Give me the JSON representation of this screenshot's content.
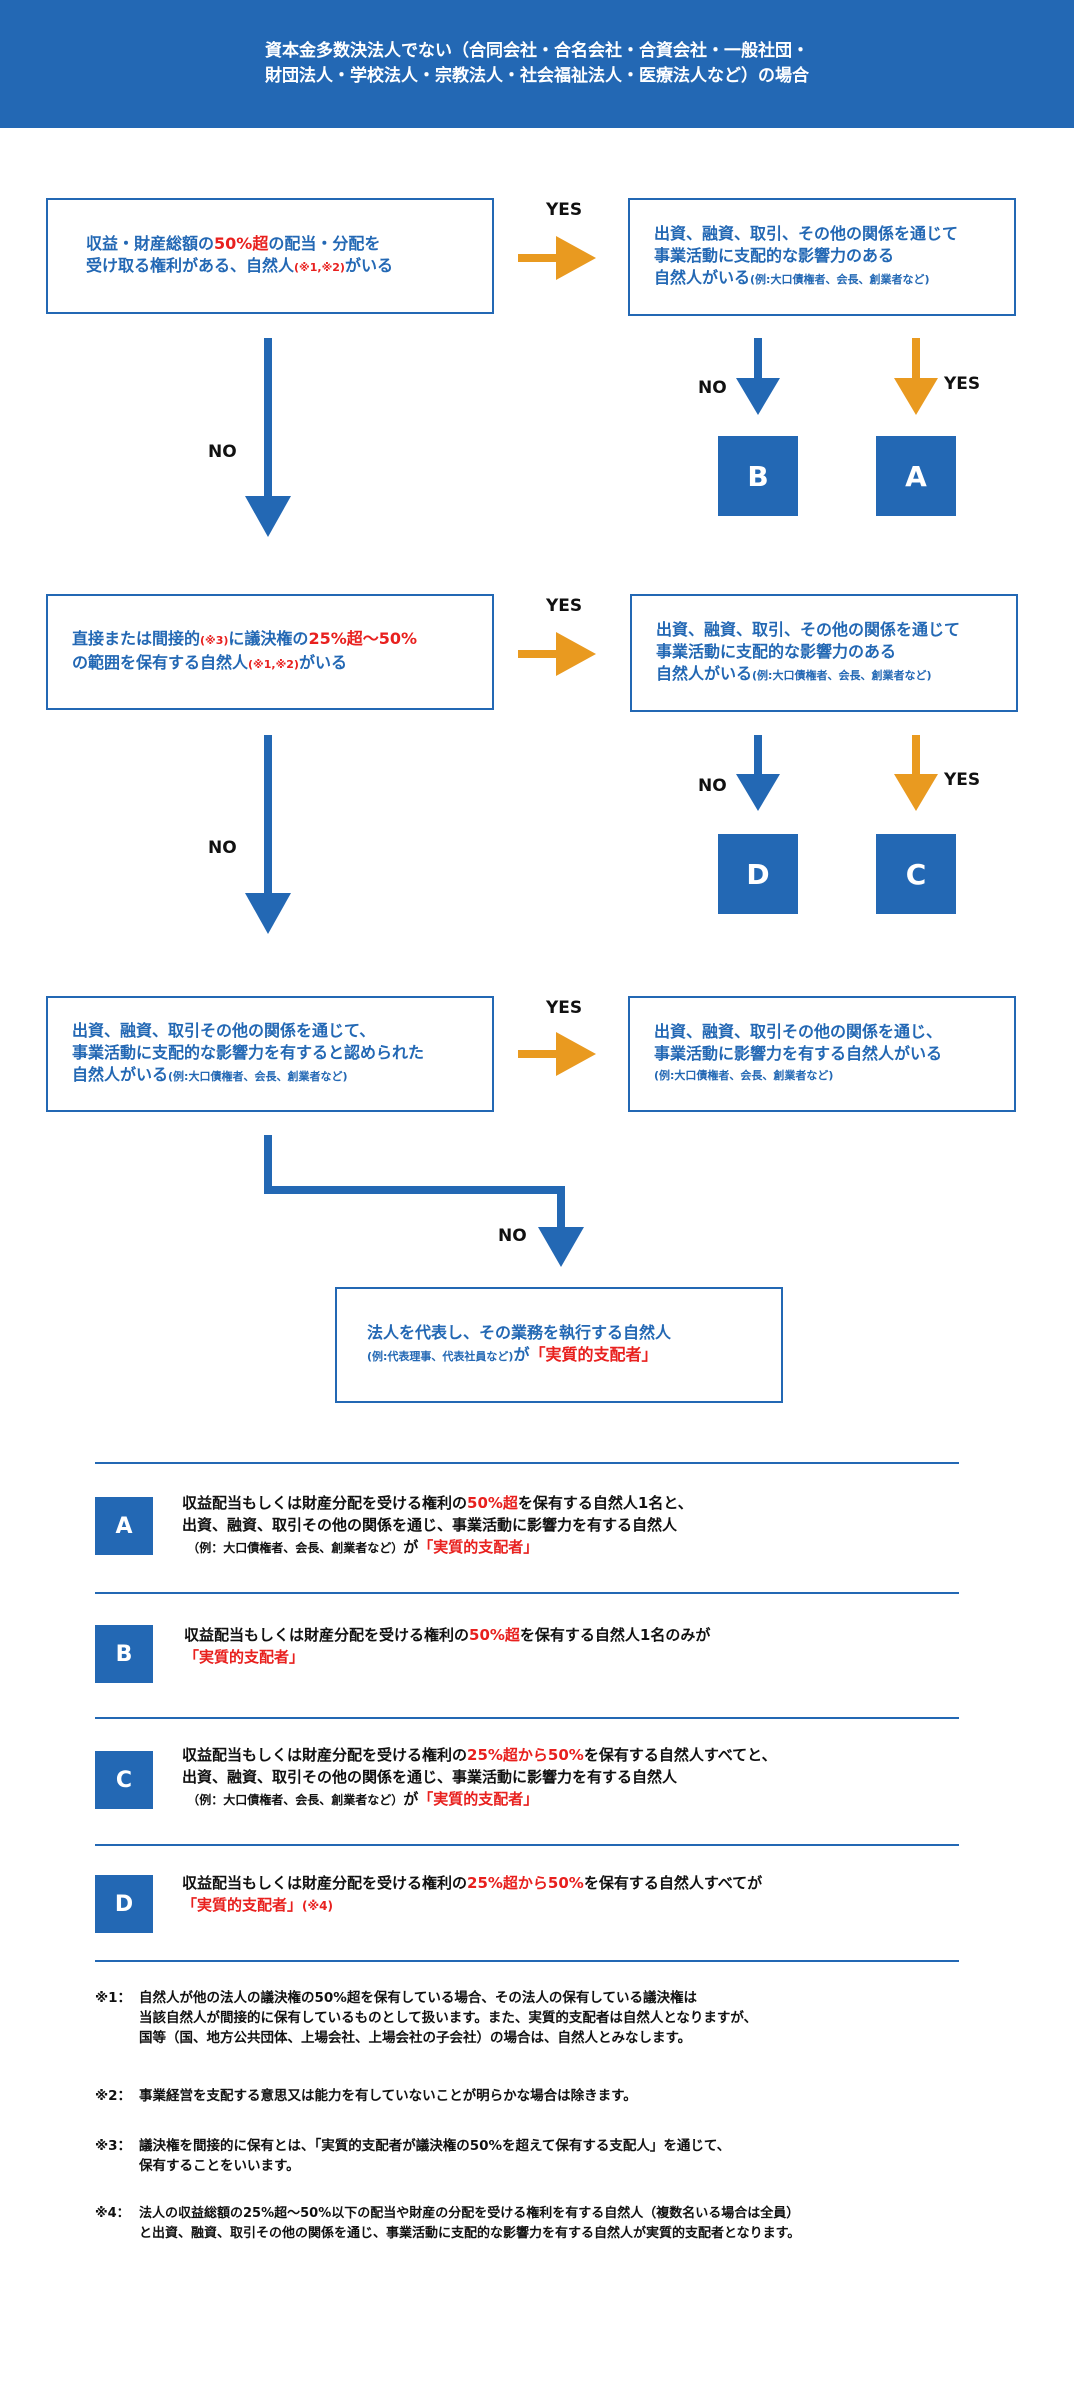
{
  "header": {
    "line1": "資本金多数決法人でない（合同会社・合名会社・合資会社・一般社団・",
    "line2": "財団法人・学校法人・宗教法人・社会福祉法人・医療法人など）の場合"
  },
  "flow": {
    "q1": {
      "a": "収益・財産総額の",
      "b": "50%超",
      "c": "の配当・分配を",
      "d": "受け取る権利がある、自然人",
      "e": "(※1,※2)",
      "f": "がいる"
    },
    "r1": {
      "l1": "出資、融資、取引、その他の関係を通じて",
      "l2": "事業活動に支配的な影響力のある",
      "l3": "自然人がいる",
      "l3s": "(例:大口債権者、会長、創業者など)"
    },
    "q2": {
      "a": "直接または間接的",
      "b": "(※3)",
      "c": "に議決権の",
      "d": "25%超〜50%",
      "e": "の範囲を保有する自然人",
      "f": "(※1,※2)",
      "g": "がいる"
    },
    "r2": {
      "l1": "出資、融資、取引、その他の関係を通じて",
      "l2": "事業活動に支配的な影響力のある",
      "l3": "自然人がいる",
      "l3s": "(例:大口債権者、会長、創業者など)"
    },
    "q3": {
      "l1": "出資、融資、取引その他の関係を通じて、",
      "l2": "事業活動に支配的な影響力を有すると認められた",
      "l3": "自然人がいる",
      "l3s": "(例:大口債権者、会長、創業者など)"
    },
    "r3": {
      "l1": "出資、融資、取引その他の関係を通じ、",
      "l2": "事業活動に影響力を有する自然人がいる",
      "l3s": "(例:大口債権者、会長、創業者など)"
    },
    "final": {
      "l1": "法人を代表し、その業務を執行する自然人",
      "l2s": "(例:代表理事、代表社員など)",
      "l2b": "が",
      "l2r": "「実質的支配者」"
    },
    "yes": "YES",
    "no": "NO",
    "tiles": [
      "B",
      "A",
      "D",
      "C"
    ]
  },
  "legend": [
    {
      "letter": "A",
      "l1a": "収益配当もしくは財産分配を受ける権利の",
      "l1r": "50%超",
      "l1b": "を保有する自然人1名と、",
      "l2": "出資、融資、取引その他の関係を通じ、事業活動に影響力を有する自然人",
      "l3s": "（例：大口債権者、会長、創業者など）",
      "l3b": "が",
      "l3r": "「実質的支配者」"
    },
    {
      "letter": "B",
      "l1a": "収益配当もしくは財産分配を受ける権利の",
      "l1r": "50%超",
      "l1b": "を保有する自然人1名のみが",
      "l2r": "「実質的支配者」"
    },
    {
      "letter": "C",
      "l1a": "収益配当もしくは財産分配を受ける権利の",
      "l1r": "25%超から50%",
      "l1b": "を保有する自然人すべてと、",
      "l2": "出資、融資、取引その他の関係を通じ、事業活動に影響力を有する自然人",
      "l3s": "（例：大口債権者、会長、創業者など）",
      "l3b": "が",
      "l3r": "「実質的支配者」"
    },
    {
      "letter": "D",
      "l1a": "収益配当もしくは財産分配を受ける権利の",
      "l1r": "25%超から50%",
      "l1b": "を保有する自然人すべてが",
      "l2r": "「実質的支配者」",
      "l2s": "(※4)"
    }
  ],
  "notes": [
    {
      "num": "※1：",
      "l1": "自然人が他の法人の議決権の50%超を保有している場合、その法人の保有している議決権は",
      "l2": "当該自然人が間接的に保有しているものとして扱います。また、実質的支配者は自然人となりますが、",
      "l3": "国等（国、地方公共団体、上場会社、上場会社の子会社）の場合は、自然人とみなします。"
    },
    {
      "num": "※2：",
      "l1": "事業経営を支配する意思又は能力を有していないことが明らかな場合は除きます。"
    },
    {
      "num": "※3：",
      "l1": "議決権を間接的に保有とは、「実質的支配者が議決権の50%を超えて保有する支配人」を通じて、",
      "l2": "保有することをいいます。"
    },
    {
      "num": "※4：",
      "l1": "法人の収益総額の25%超〜50%以下の配当や財産の分配を受ける権利を有する自然人（複数名いる場合は全員）",
      "l2": "と出資、融資、取引その他の関係を通じ、事業活動に支配的な影響力を有する自然人が実質的支配者となります。"
    }
  ],
  "colors": {
    "blue": "#2368b4",
    "orange": "#e99a20",
    "red": "#e8201e"
  }
}
